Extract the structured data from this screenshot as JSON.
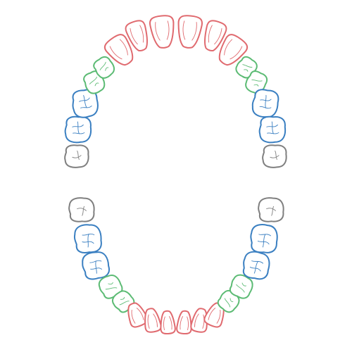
{
  "colors": {
    "incisor": "#e06a6f",
    "canine": "#e06a6f",
    "premolar": "#5cbb74",
    "molar": "#3a7fc1",
    "wisdom": "#7f7f7f",
    "background": "#ffffff"
  },
  "arches": [
    {
      "name": "upper",
      "teeth": [
        {
          "side": "right",
          "kind": "wisdom"
        },
        {
          "side": "right",
          "kind": "molar"
        },
        {
          "side": "right",
          "kind": "molar"
        },
        {
          "side": "right",
          "kind": "premolar"
        },
        {
          "side": "right",
          "kind": "premolar"
        },
        {
          "side": "right",
          "kind": "canine"
        },
        {
          "side": "right",
          "kind": "incisor"
        },
        {
          "side": "right",
          "kind": "incisor"
        },
        {
          "side": "left",
          "kind": "incisor"
        },
        {
          "side": "left",
          "kind": "incisor"
        },
        {
          "side": "left",
          "kind": "canine"
        },
        {
          "side": "left",
          "kind": "premolar"
        },
        {
          "side": "left",
          "kind": "premolar"
        },
        {
          "side": "left",
          "kind": "molar"
        },
        {
          "side": "left",
          "kind": "molar"
        },
        {
          "side": "left",
          "kind": "wisdom"
        }
      ]
    },
    {
      "name": "lower",
      "teeth": [
        {
          "side": "right",
          "kind": "wisdom"
        },
        {
          "side": "right",
          "kind": "molar"
        },
        {
          "side": "right",
          "kind": "molar"
        },
        {
          "side": "right",
          "kind": "premolar"
        },
        {
          "side": "right",
          "kind": "premolar"
        },
        {
          "side": "right",
          "kind": "canine"
        },
        {
          "side": "right",
          "kind": "incisor"
        },
        {
          "side": "right",
          "kind": "incisor"
        },
        {
          "side": "left",
          "kind": "incisor"
        },
        {
          "side": "left",
          "kind": "incisor"
        },
        {
          "side": "left",
          "kind": "canine"
        },
        {
          "side": "left",
          "kind": "premolar"
        },
        {
          "side": "left",
          "kind": "premolar"
        },
        {
          "side": "left",
          "kind": "molar"
        },
        {
          "side": "left",
          "kind": "molar"
        },
        {
          "side": "left",
          "kind": "wisdom"
        }
      ]
    }
  ]
}
